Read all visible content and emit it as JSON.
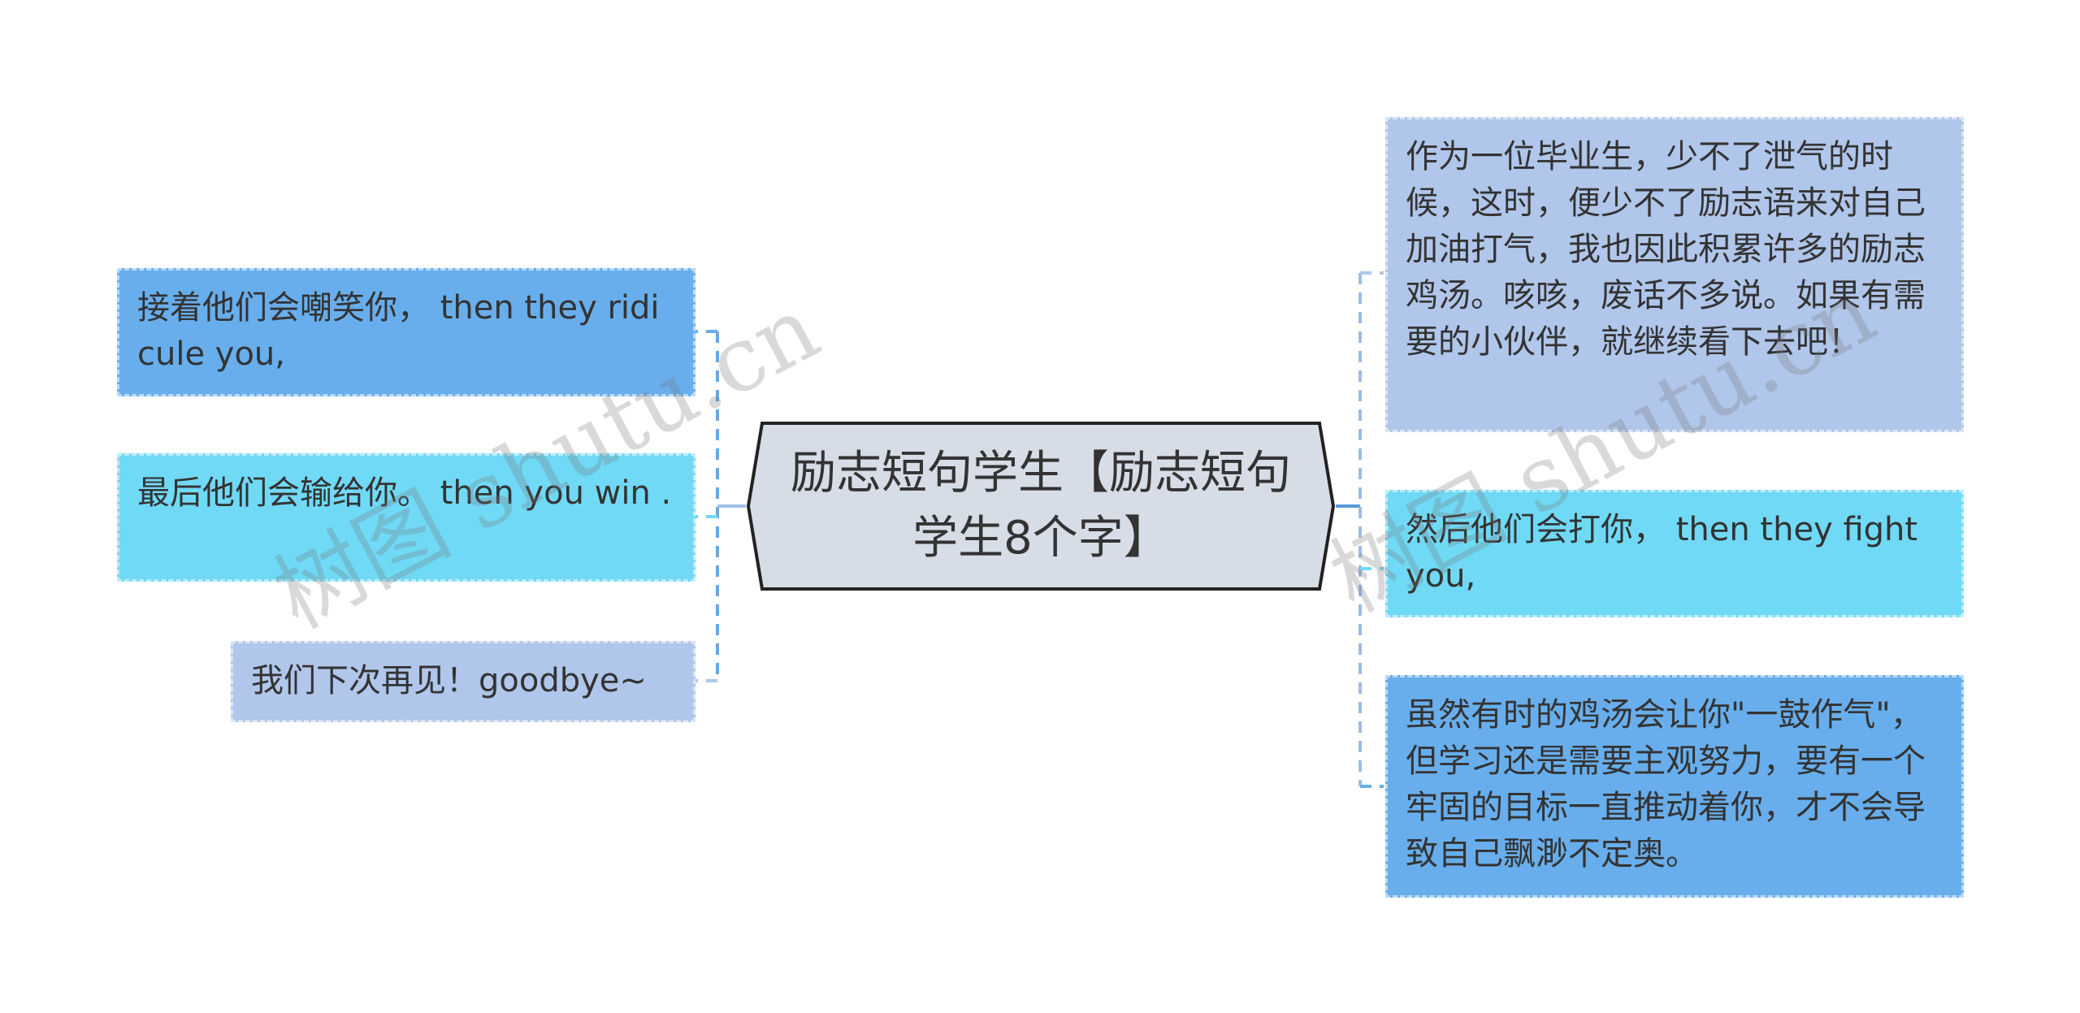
{
  "central_topic": "励志短句学生【励志短句学生8个字】",
  "left_nodes": [
    {
      "text": "接着他们会嘲笑你， then they ridicule you,",
      "color": "#68aeec"
    },
    {
      "text": "最后他们会输给你。 then you win .",
      "color": "#70d9f6"
    },
    {
      "text": "我们下次再见！goodbye~",
      "color": "#b0c6ea"
    }
  ],
  "right_nodes": [
    {
      "text": "作为一位毕业生，少不了泄气的时候，这时，便少不了励志语来对自己加油打气，我也因此积累许多的励志鸡汤。咳咳，废话不多说。如果有需要的小伙伴，就继续看下去吧！",
      "color": "#b0c6ea"
    },
    {
      "text": "然后他们会打你， then they fight you,",
      "color": "#70d9f6"
    },
    {
      "text": "虽然有时的鸡汤会让你\"一鼓作气\"，但学习还是需要主观努力，要有一个牢固的目标一直推动着你，才不会导致自己飘渺不定奥。",
      "color": "#68aeec"
    }
  ],
  "watermark": "树图 shutu.cn"
}
